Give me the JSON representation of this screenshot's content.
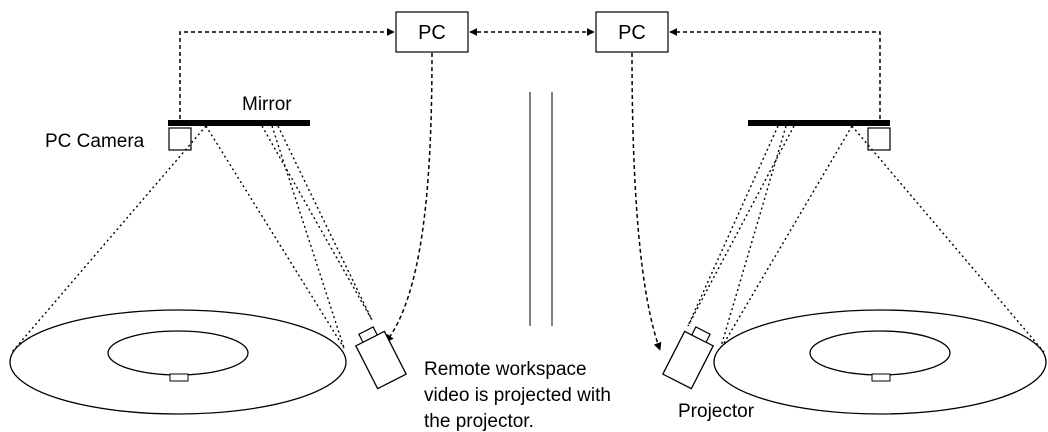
{
  "diagram": {
    "nodes": {
      "pc_left": "PC",
      "pc_right": "PC",
      "mirror_left": "Mirror",
      "camera_left": "PC Camera",
      "projector_right": "Projector"
    },
    "annotation": {
      "line1": "Remote workspace",
      "line2": "video is projected with",
      "line3": "the projector."
    },
    "edges": [
      {
        "from": "camera_left",
        "to": "pc_left",
        "style": "dashed-arrow"
      },
      {
        "from": "pc_left",
        "to": "pc_right",
        "style": "dashed-double-arrow"
      },
      {
        "from": "camera_right",
        "to": "pc_right",
        "style": "dashed-arrow"
      },
      {
        "from": "pc_left",
        "to": "projector_left",
        "style": "dashed-arrow"
      },
      {
        "from": "pc_right",
        "to": "projector_right",
        "style": "dashed-arrow"
      }
    ]
  }
}
